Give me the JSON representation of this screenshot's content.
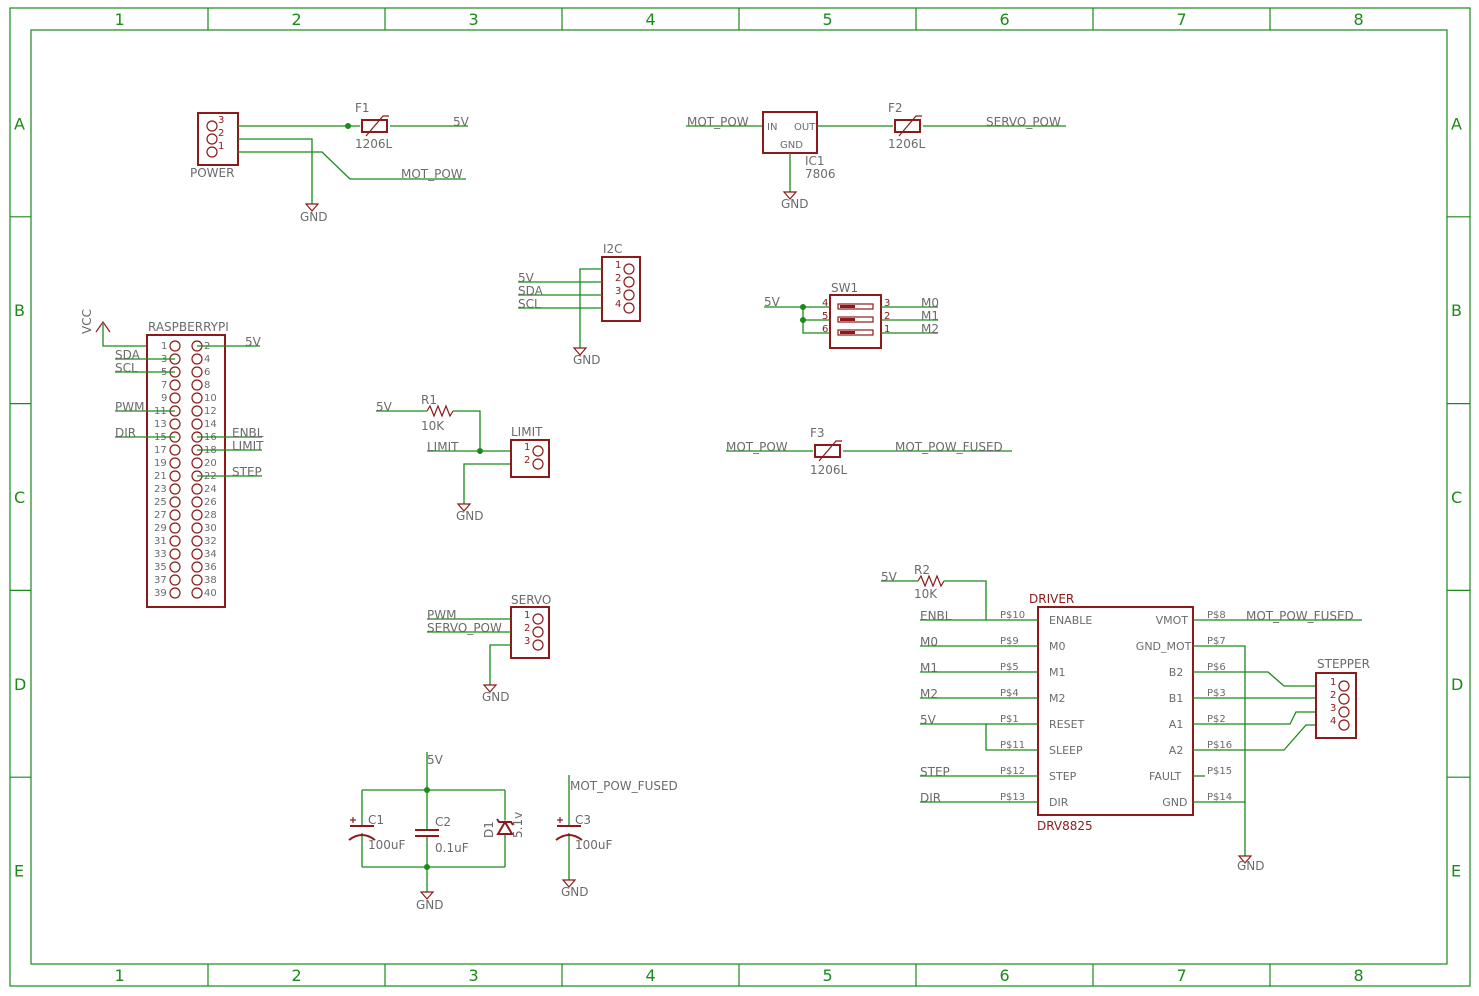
{
  "frame": {
    "columns": [
      "1",
      "2",
      "3",
      "4",
      "5",
      "6",
      "7",
      "8"
    ],
    "rows": [
      "A",
      "B",
      "C",
      "D",
      "E"
    ]
  },
  "power": {
    "name": "POWER",
    "pins": [
      "3",
      "2",
      "1"
    ]
  },
  "f1": {
    "name": "F1",
    "value": "1206L"
  },
  "f2": {
    "name": "F2",
    "value": "1206L"
  },
  "f3": {
    "name": "F3",
    "value": "1206L"
  },
  "ic1": {
    "name": "IC1",
    "value": "7806",
    "in": "IN",
    "out": "OUT",
    "gnd": "GND"
  },
  "nets": {
    "v5": "5V",
    "gnd": "GND",
    "vcc": "VCC",
    "mot_pow": "MOT_POW",
    "servo_pow": "SERVO_POW",
    "mot_pow_fused": "MOT_POW_FUSED",
    "sda": "SDA",
    "scl": "SCL",
    "pwm": "PWM",
    "dir": "DIR",
    "enbl": "ENBL",
    "limit": "LIMIT",
    "step": "STEP",
    "m0": "M0",
    "m1": "M1",
    "m2": "M2"
  },
  "i2c": {
    "name": "I2C",
    "pins": [
      "1",
      "2",
      "3",
      "4"
    ]
  },
  "sw1": {
    "name": "SW1",
    "left_pins": [
      "4",
      "5",
      "6"
    ],
    "right_pins": [
      "3",
      "2",
      "1"
    ]
  },
  "rpi": {
    "name": "RASPBERRYPI",
    "left_pins": [
      "1",
      "3",
      "5",
      "7",
      "9",
      "11",
      "13",
      "15",
      "17",
      "19",
      "21",
      "23",
      "25",
      "27",
      "29",
      "31",
      "33",
      "35",
      "37",
      "39"
    ],
    "right_pins": [
      "2",
      "4",
      "6",
      "8",
      "10",
      "12",
      "14",
      "16",
      "18",
      "20",
      "22",
      "24",
      "26",
      "28",
      "30",
      "32",
      "34",
      "36",
      "38",
      "40"
    ]
  },
  "r1": {
    "name": "R1",
    "value": "10K"
  },
  "r2": {
    "name": "R2",
    "value": "10K"
  },
  "limit": {
    "name": "LIMIT",
    "pins": [
      "1",
      "2"
    ]
  },
  "servo": {
    "name": "SERVO",
    "pins": [
      "1",
      "2",
      "3"
    ]
  },
  "c1": {
    "name": "C1",
    "value": "100uF"
  },
  "c2": {
    "name": "C2",
    "value": "0.1uF"
  },
  "c3": {
    "name": "C3",
    "value": "100uF"
  },
  "d1": {
    "name": "D1",
    "value": "5.1v"
  },
  "driver": {
    "name": "DRIVER",
    "value": "DRV8825",
    "left_pins": [
      {
        "label": "ENABLE",
        "num": "P$10"
      },
      {
        "label": "M0",
        "num": "P$9"
      },
      {
        "label": "M1",
        "num": "P$5"
      },
      {
        "label": "M2",
        "num": "P$4"
      },
      {
        "label": "RESET",
        "num": "P$1"
      },
      {
        "label": "SLEEP",
        "num": "P$11"
      },
      {
        "label": "STEP",
        "num": "P$12"
      },
      {
        "label": "DIR",
        "num": "P$13"
      }
    ],
    "right_pins": [
      {
        "label": "VMOT",
        "num": "P$8"
      },
      {
        "label": "GND_MOT",
        "num": "P$7"
      },
      {
        "label": "B2",
        "num": "P$6"
      },
      {
        "label": "B1",
        "num": "P$3"
      },
      {
        "label": "A1",
        "num": "P$2"
      },
      {
        "label": "A2",
        "num": "P$16"
      },
      {
        "label": "FAULT",
        "num": "P$15"
      },
      {
        "label": "GND",
        "num": "P$14"
      }
    ]
  },
  "stepper": {
    "name": "STEPPER",
    "pins": [
      "1",
      "2",
      "3",
      "4"
    ]
  }
}
